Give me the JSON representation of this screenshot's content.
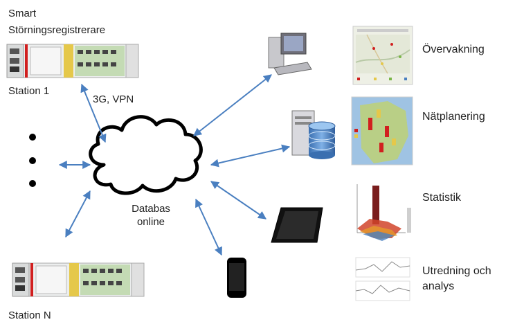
{
  "device_top": {
    "title_line1": "Smart",
    "title_line2": "Störningsregistrerare",
    "station": "Station 1"
  },
  "device_bottom": {
    "station": "Station N"
  },
  "link_label": "3G, VPN",
  "cloud": {
    "line1": "Databas",
    "line2": "online"
  },
  "outputs": [
    {
      "label": "Övervakning"
    },
    {
      "label": "Nätplanering"
    },
    {
      "label": "Statistik"
    },
    {
      "label_line1": "Utredning och",
      "label_line2": "analys"
    }
  ],
  "colors": {
    "arrow": "#4a7fc0",
    "outline": "#000000",
    "accent_red": "#d11f1f",
    "accent_green": "#7ab648"
  }
}
